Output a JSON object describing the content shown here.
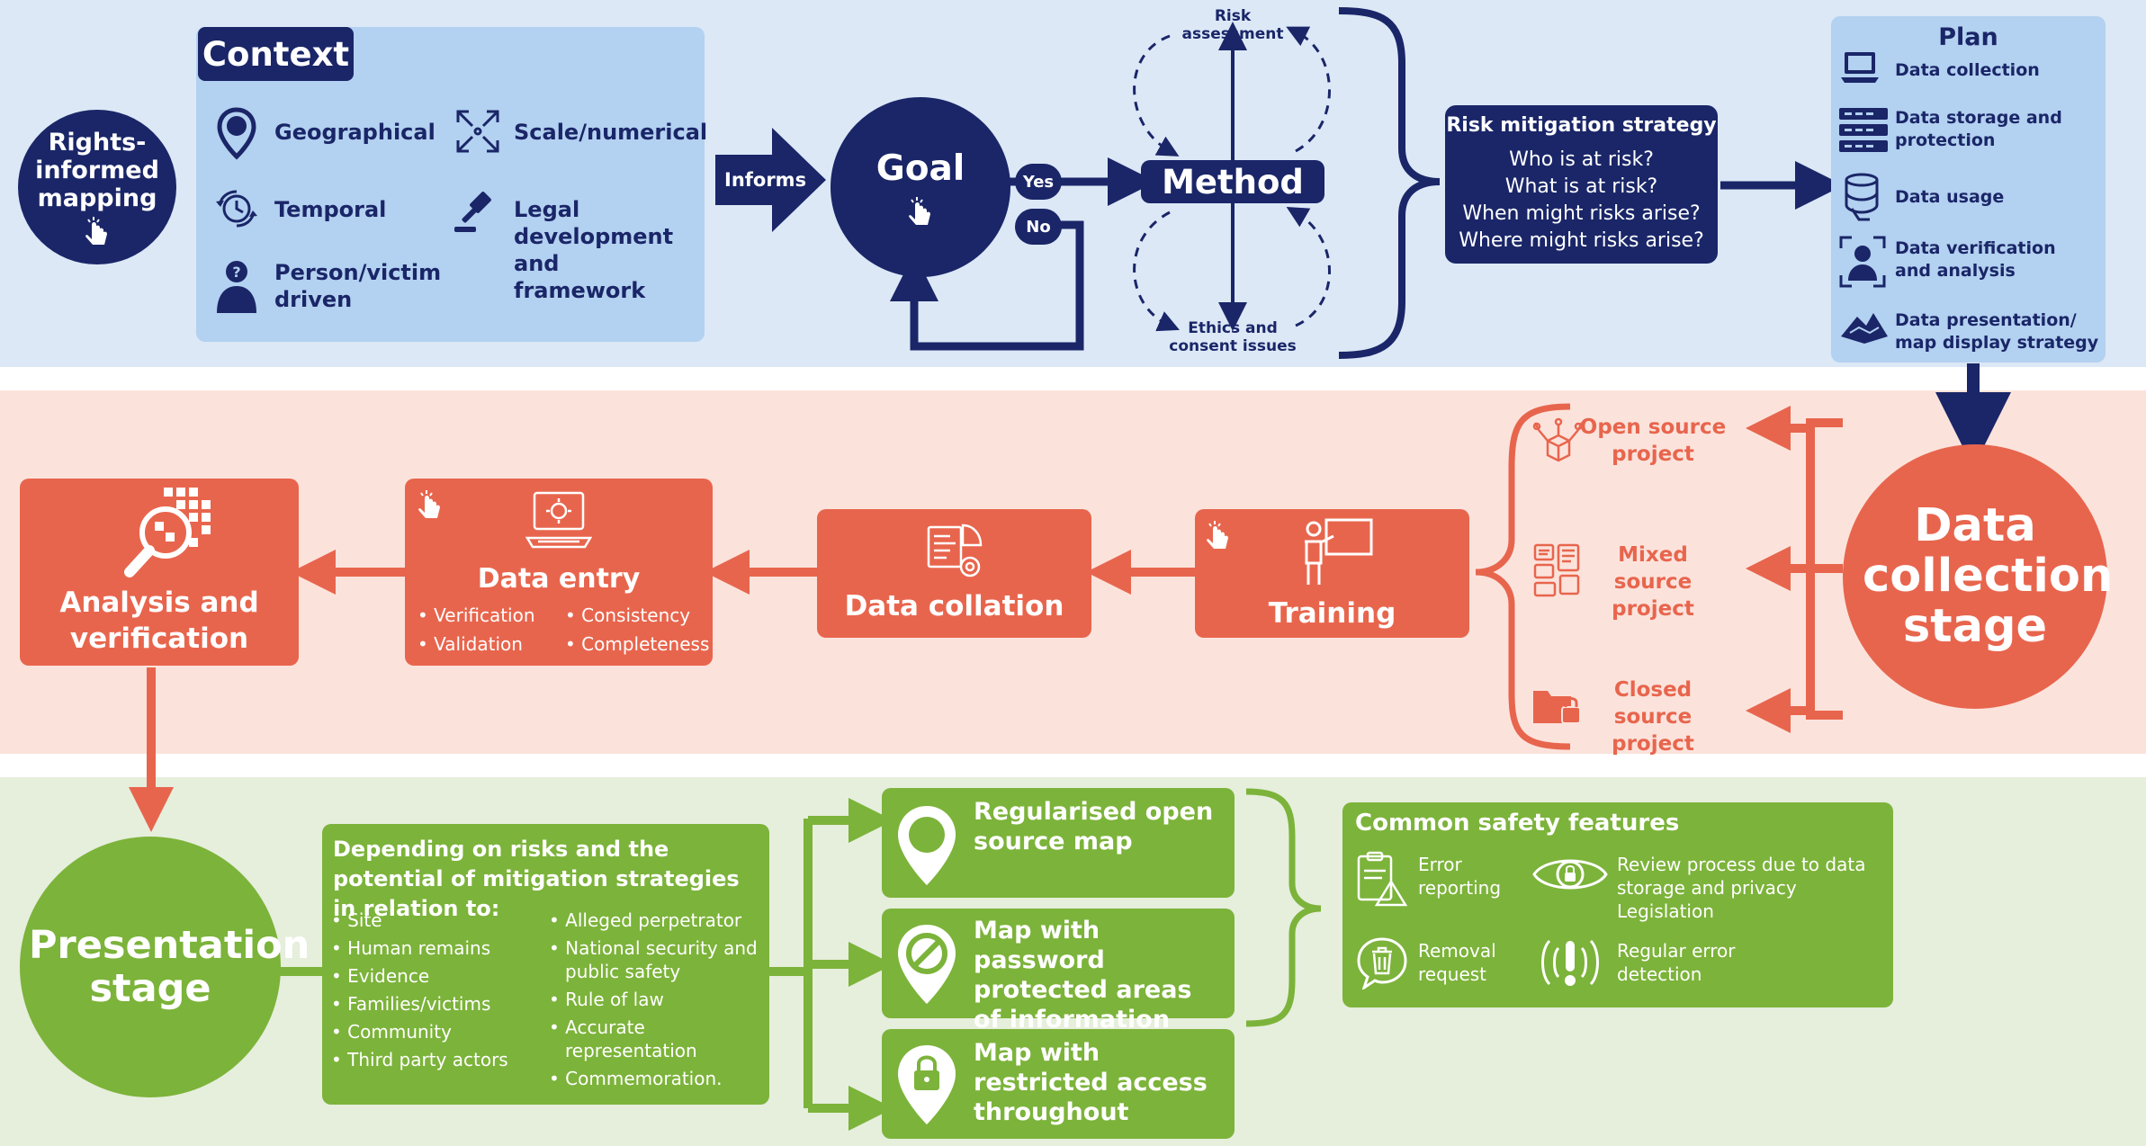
{
  "start": {
    "label": "Rights-informed mapping"
  },
  "context": {
    "title": "Context",
    "items": [
      {
        "label": "Geographical",
        "icon": "map-pin-icon"
      },
      {
        "label": "Scale/numerical",
        "icon": "expand-arrows-icon"
      },
      {
        "label": "Temporal",
        "icon": "clock-cycle-icon"
      },
      {
        "label": "Legal development and framework",
        "icon": "gavel-icon"
      },
      {
        "label": "Person/victim driven",
        "icon": "person-question-icon"
      }
    ]
  },
  "flow": {
    "informs": "Informs",
    "goal": "Goal",
    "yes": "Yes",
    "no": "No",
    "method": "Method",
    "risk_assessment": "Risk assessment",
    "ethics": "Ethics and consent issues"
  },
  "risk_strategy": {
    "title": "Risk mitigation strategy",
    "questions": [
      "Who is at risk?",
      "What is at risk?",
      "When might risks arise?",
      "Where might risks arise?"
    ]
  },
  "plan": {
    "title": "Plan",
    "items": [
      {
        "label": "Data collection",
        "icon": "laptop-icon"
      },
      {
        "label": "Data storage and protection",
        "icon": "server-icon"
      },
      {
        "label": "Data usage",
        "icon": "database-hand-icon"
      },
      {
        "label": "Data verification and analysis",
        "icon": "person-scan-icon"
      },
      {
        "label": "Data presentation/ map display strategy",
        "icon": "terrain-map-icon"
      }
    ]
  },
  "collection": {
    "stage": "Data collection stage",
    "sources": [
      "Open source project",
      "Mixed source project",
      "Closed source project"
    ],
    "training": "Training",
    "collation": "Data collation",
    "entry": {
      "title": "Data entry",
      "bullets": [
        "Verification",
        "Consistency",
        "Validation",
        "Completeness"
      ]
    },
    "analysis": "Analysis and verification"
  },
  "presentation": {
    "stage": "Presentation stage",
    "intro": "Depending on risks and the potential of mitigation strategies in relation to:",
    "left_list": [
      "Site",
      "Human remains",
      "Evidence",
      "Families/victims",
      "Community",
      "Third party actors"
    ],
    "right_list": [
      "Alleged perpetrator",
      "National security and public safety",
      "Rule of law",
      "Accurate representation",
      "Commemoration."
    ],
    "maps": [
      "Regularised open source map",
      "Map with password protected areas of information",
      "Map with restricted access throughout"
    ]
  },
  "safety": {
    "title": "Common safety features",
    "items": [
      {
        "label": "Error reporting",
        "icon": "clipboard-warning-icon"
      },
      {
        "label": "Review process due to data storage and privacy Legislation",
        "icon": "eye-lock-icon"
      },
      {
        "label": "Removal request",
        "icon": "trash-bubble-icon"
      },
      {
        "label": "Regular error detection",
        "icon": "alert-signal-icon"
      }
    ]
  },
  "colors": {
    "navy": "#1a2668",
    "light_blue": "#b3d1f0",
    "red": "#e8654d",
    "green": "#7cb33a"
  }
}
